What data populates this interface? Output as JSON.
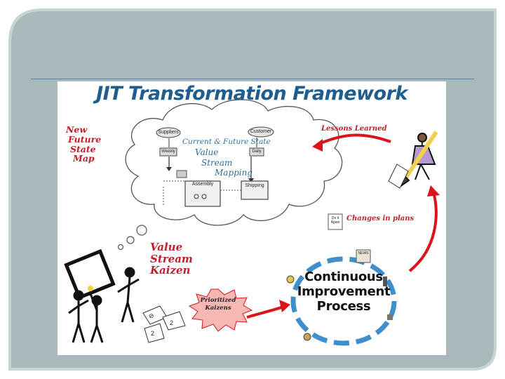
{
  "slide": {
    "background": "#a9b9bb",
    "border_color": "#c9d4d5",
    "divider_color": "#5c7ea3"
  },
  "figure": {
    "title": "JIT Transformation Framework",
    "title_color": "#1f5d8e",
    "label_color": "#c0202a",
    "new_future_state_map": [
      "New",
      "Future",
      "State",
      "Map"
    ],
    "vsm": {
      "current_future_state": "Current & Future State",
      "value": "Value",
      "stream": "Stream",
      "mapping": "Mapping",
      "suppliers": "Suppliers",
      "customer": "Customer",
      "weekly": "Weekly",
      "daily": "Daily",
      "assembly": "Assembly",
      "shipping": "Shipping"
    },
    "value_stream_kaizen": [
      "Value",
      "Stream",
      "Kaizen"
    ],
    "prioritized_kaizens": [
      "Prioritized",
      "Kaizens"
    ],
    "lessons_learned": "Lessons Learned",
    "changes_in_plans": "Changes in plans",
    "cip": [
      "Continuous",
      "Improvement",
      "Process"
    ],
    "cip_icons": {
      "do_it_again": "Do it Again",
      "news": "NEWS"
    }
  }
}
